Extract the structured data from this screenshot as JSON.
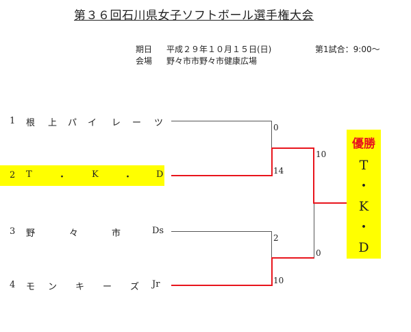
{
  "title": "第３６回石川県女子ソフトボール選手権大会",
  "info": {
    "date_label": "期日",
    "date_value": "平成２９年１０月１５日(日)",
    "first_game": "第1試合：9:00～",
    "venue_label": "会場",
    "venue_value": "野々市市野々市健康広場"
  },
  "teams": [
    {
      "seed": "1",
      "chars": [
        "根",
        "上",
        "パ",
        "イ",
        "レ",
        "ー",
        "ツ"
      ],
      "winner": false
    },
    {
      "seed": "2",
      "chars": [
        "T",
        "・",
        "K",
        "・",
        "D"
      ],
      "winner": true
    },
    {
      "seed": "3",
      "chars": [
        "野",
        "々",
        "市",
        "Ds"
      ],
      "winner": false
    },
    {
      "seed": "4",
      "chars": [
        "モ",
        "ン",
        "キ",
        "ー",
        "ズ",
        "Jr"
      ],
      "winner": true
    }
  ],
  "scores": {
    "semi1_team1": "0",
    "semi1_team2": "14",
    "semi2_team3": "2",
    "semi2_team4": "10",
    "final_top": "10",
    "final_bottom": "0"
  },
  "champion": {
    "label": "優勝",
    "chars": [
      "T",
      "・",
      "K",
      "・",
      "D"
    ]
  },
  "colors": {
    "winner_line": "#e8141c",
    "loser_line": "#555555",
    "highlight": "#ffff00"
  }
}
